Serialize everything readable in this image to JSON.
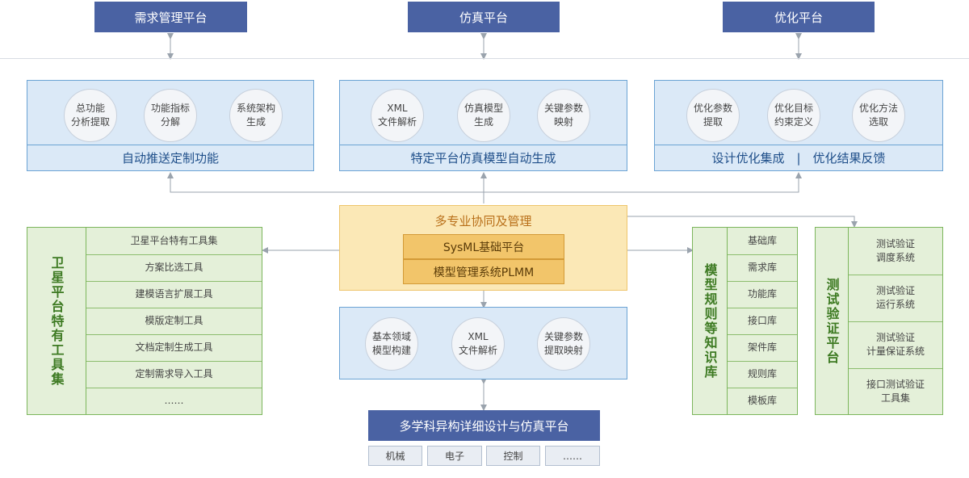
{
  "top_platforms": [
    "需求管理平台",
    "仿真平台",
    "优化平台"
  ],
  "upper_boxes": [
    {
      "items": [
        "总功能\n分析提取",
        "功能指标\n分解",
        "系统架构\n生成"
      ],
      "caption": "自动推送定制功能"
    },
    {
      "items": [
        "XML\n文件解析",
        "仿真模型\n生成",
        "关键参数\n映射"
      ],
      "caption": "特定平台仿真模型自动生成"
    },
    {
      "items": [
        "优化参数\n提取",
        "优化目标\n约束定义",
        "优化方法\n选取"
      ],
      "caption": "设计优化集成　|　优化结果反馈"
    }
  ],
  "center": {
    "title": "多专业协同及管理",
    "inner": [
      "SysML基础平台",
      "模型管理系统PLMM"
    ]
  },
  "lower_box": {
    "items": [
      "基本领域\n模型构建",
      "XML\n文件解析",
      "关键参数\n提取映射"
    ]
  },
  "bottom_platform": {
    "title": "多学科异构详细设计与仿真平台",
    "chips": [
      "机械",
      "电子",
      "控制",
      "……"
    ]
  },
  "left_panel": {
    "title": "卫星平台特有工具集",
    "items": [
      "卫星平台特有工具集",
      "方案比选工具",
      "建模语言扩展工具",
      "模版定制工具",
      "文档定制生成工具",
      "定制需求导入工具",
      "……"
    ]
  },
  "model_panel": {
    "title": "模型规则等知识库",
    "items": [
      "基础库",
      "需求库",
      "功能库",
      "接口库",
      "架件库",
      "规则库",
      "模板库"
    ]
  },
  "test_panel": {
    "title": "测试验证平台",
    "items": [
      "测试验证\n调度系统",
      "测试验证\n运行系统",
      "测试验证\n计量保证系统",
      "接口测试验证\n工具集"
    ]
  },
  "colors": {
    "header_blue": "#4a62a3",
    "panel_blue": "#dbe9f7",
    "panel_green": "#e4f0d9",
    "center_yellow": "#fbe8b6",
    "accent_orange": "#f2c56a"
  }
}
